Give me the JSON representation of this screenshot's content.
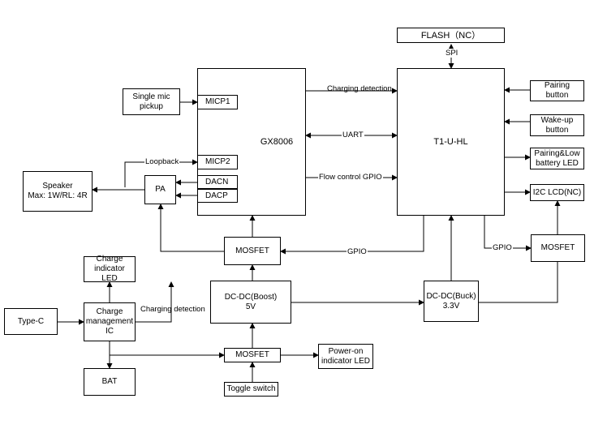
{
  "blocks": {
    "flash": "FLASH（NC）",
    "t1": "T1-U-HL",
    "gx8006": "GX8006",
    "micp1": "MICP1",
    "micp2": "MICP2",
    "dacn": "DACN",
    "dacp": "DACP",
    "single_mic": "Single mic pickup",
    "speaker": "Speaker\nMax: 1W/RL: 4R",
    "pa": "PA",
    "mosfet_top": "MOSFET",
    "mosfet_right": "MOSFET",
    "mosfet_bottom": "MOSFET",
    "boost": "DC-DC(Boost)\n5V",
    "buck": "DC-DC(Buck)\n3.3V",
    "charge_led": "Charge\nindicator LED",
    "charge_ic": "Charge\nmanagement\nIC",
    "type_c": "Type-C",
    "bat": "BAT",
    "toggle": "Toggle switch",
    "power_led": "Power-on\nindicator LED",
    "pairing_button": "Pairing button",
    "wakeup_button": "Wake-up\nbutton",
    "pairing_low_led": "Pairing&Low\nbattery LED",
    "i2c_lcd": "I2C LCD(NC)"
  },
  "labels": {
    "spi": "SPI",
    "charging_detection_top": "Charging detection",
    "uart": "UART",
    "flow_control": "Flow control GPIO",
    "loopback": "Loopback",
    "gpio_mid": "GPIO",
    "gpio_right": "GPIO",
    "charging_detection_bottom": "Charging detection"
  }
}
